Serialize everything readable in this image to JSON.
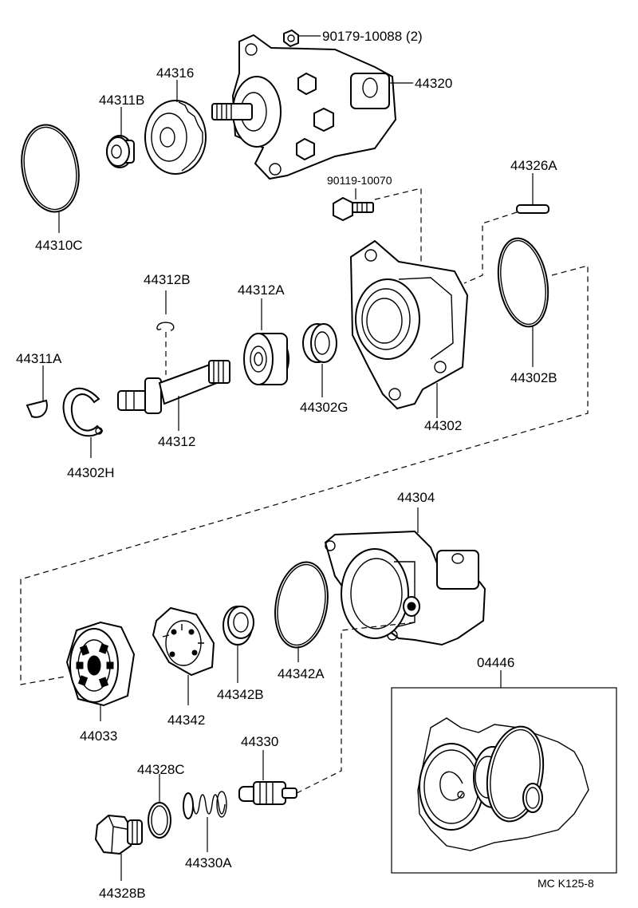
{
  "labels": {
    "p90179_10088": "90179-10088 (2)",
    "p44316": "44316",
    "p44320": "44320",
    "p44311B": "44311B",
    "p44310C": "44310C",
    "p90119_10070": "90119-10070",
    "p44326A": "44326A",
    "p44312B": "44312B",
    "p44312A": "44312A",
    "p44311A": "44311A",
    "p44302G": "44302G",
    "p44302B": "44302B",
    "p44302": "44302",
    "p44312": "44312",
    "p44302H": "44302H",
    "p44304": "44304",
    "p04446": "04446",
    "p44033": "44033",
    "p44342": "44342",
    "p44342B": "44342B",
    "p44342A": "44342A",
    "p44330": "44330",
    "p44328C": "44328C",
    "p44330A": "44330A",
    "p44328B": "44328B"
  },
  "footer_code": "MC  K125-8"
}
